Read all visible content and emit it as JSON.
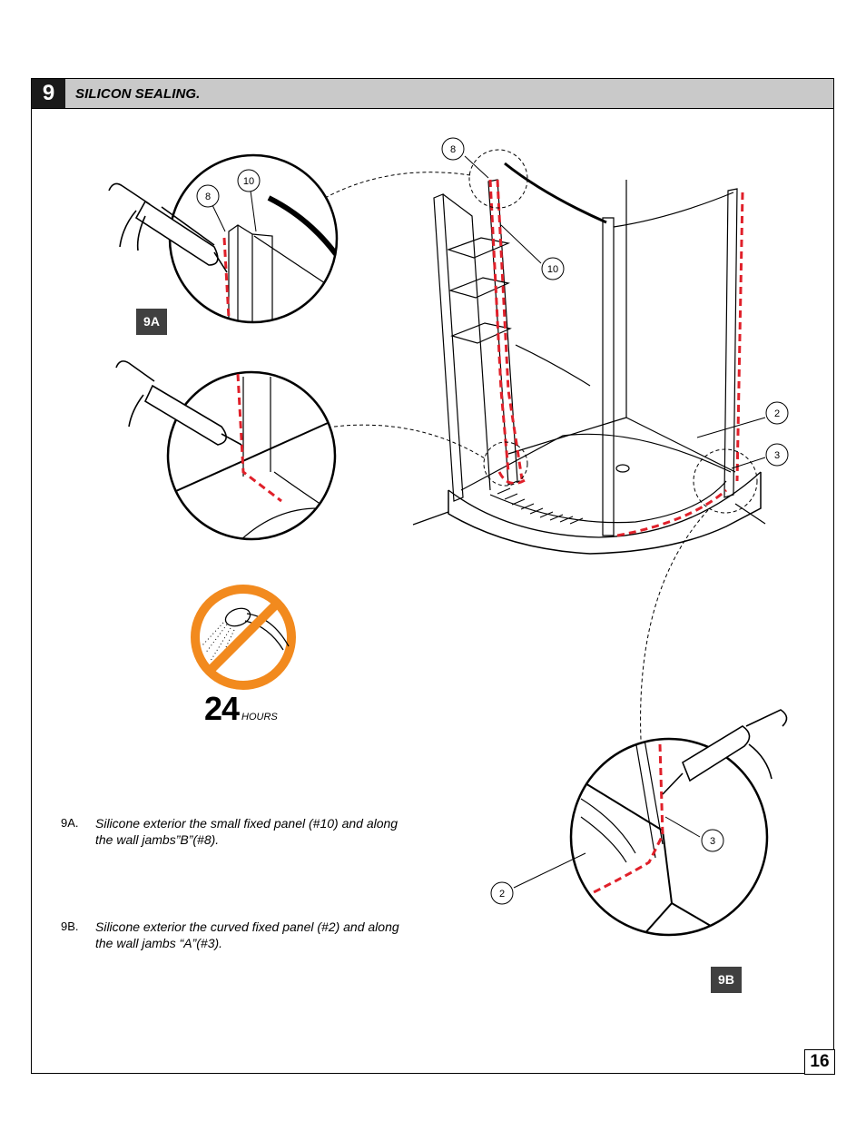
{
  "step": {
    "number": "9",
    "title": "SILICON SEALING."
  },
  "detail_tags": {
    "a": "9A",
    "b": "9B"
  },
  "callouts": {
    "wall_jamb_b": "8",
    "small_fixed_panel": "10",
    "curved_fixed_panel": "2",
    "wall_jamb_a": "3"
  },
  "cure_time": {
    "value": "24",
    "unit": "HOURS"
  },
  "instructions": [
    {
      "key": "9A.",
      "text": "Silicone exterior the small fixed panel (#10) and along the wall jambs”B”(#8)."
    },
    {
      "key": "9B.",
      "text": "Silicone exterior the curved fixed panel (#2) and along the wall jambs “A”(#3)."
    }
  ],
  "page_number": "16",
  "colors": {
    "header_bg": "#c9c9c9",
    "step_box": "#1a1a1a",
    "tag_bg": "#404040",
    "silicone_line": "#e0202a",
    "no_water_sign": "#f28a1e"
  }
}
